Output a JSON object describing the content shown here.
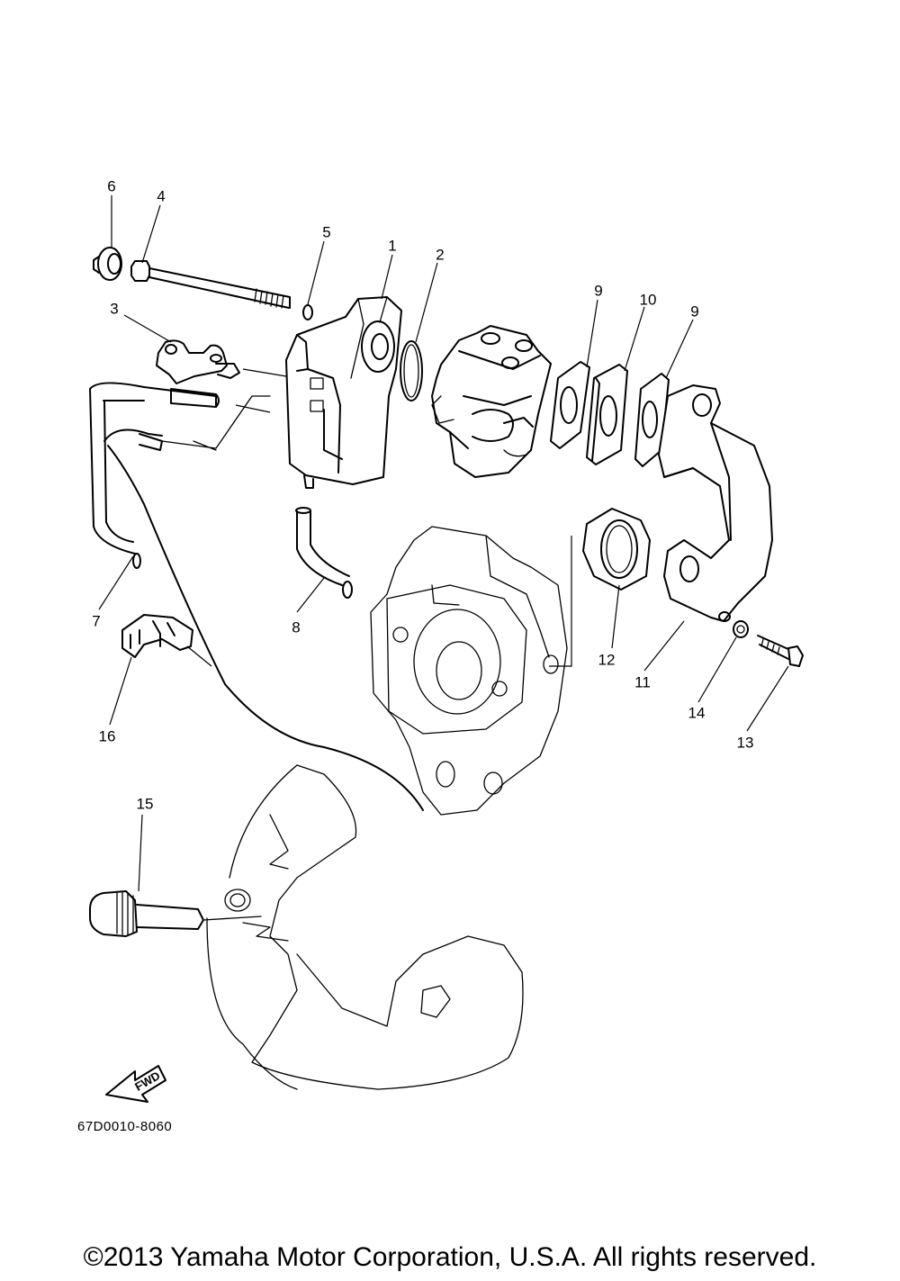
{
  "callouts": [
    {
      "label": "1"
    },
    {
      "label": "2"
    },
    {
      "label": "3"
    },
    {
      "label": "4"
    },
    {
      "label": "5"
    },
    {
      "label": "6"
    },
    {
      "label": "7"
    },
    {
      "label": "8"
    },
    {
      "label": "9"
    },
    {
      "label": "10"
    },
    {
      "label": "9"
    },
    {
      "label": "11"
    },
    {
      "label": "12"
    },
    {
      "label": "13"
    },
    {
      "label": "14"
    },
    {
      "label": "15"
    },
    {
      "label": "16"
    }
  ],
  "fwd_label": "FWD",
  "drawing_code": "67D0010-8060",
  "copyright": "©2013 Yamaha Motor Corporation, U.S.A. All rights reserved."
}
